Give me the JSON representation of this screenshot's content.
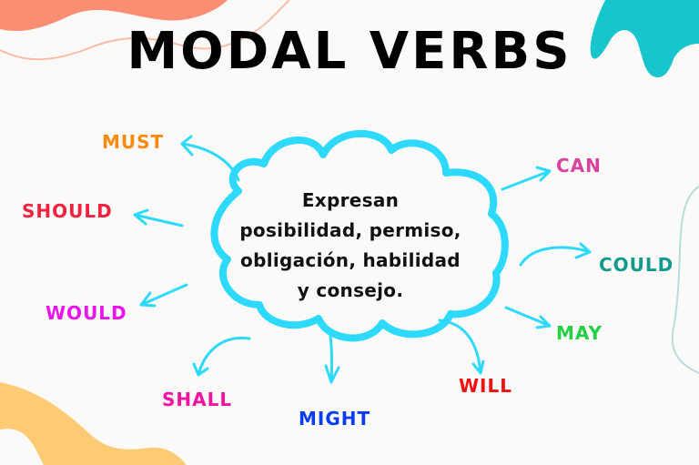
{
  "title": "MODAL VERBS",
  "center": {
    "lines": [
      "Expresan",
      "posibilidad, permiso,",
      "obligación, habilidad",
      "y consejo."
    ]
  },
  "verbs": [
    {
      "label": "MUST",
      "color": "#f98a10"
    },
    {
      "label": "SHOULD",
      "color": "#f0223f"
    },
    {
      "label": "WOULD",
      "color": "#e815e8"
    },
    {
      "label": "SHALL",
      "color": "#f511a0"
    },
    {
      "label": "MIGHT",
      "color": "#0a3df0"
    },
    {
      "label": "WILL",
      "color": "#f51010"
    },
    {
      "label": "MAY",
      "color": "#22d044"
    },
    {
      "label": "COULD",
      "color": "#0f9a8c"
    },
    {
      "label": "CAN",
      "color": "#d9429e"
    }
  ],
  "colors": {
    "cloud": "#2dd9fd",
    "arrow": "#2dd9fd",
    "coral_blob": "#f98e72",
    "teal_blob": "#16c6cc",
    "yellow_blob": "#fecb74",
    "background": "#fcfaf9"
  }
}
